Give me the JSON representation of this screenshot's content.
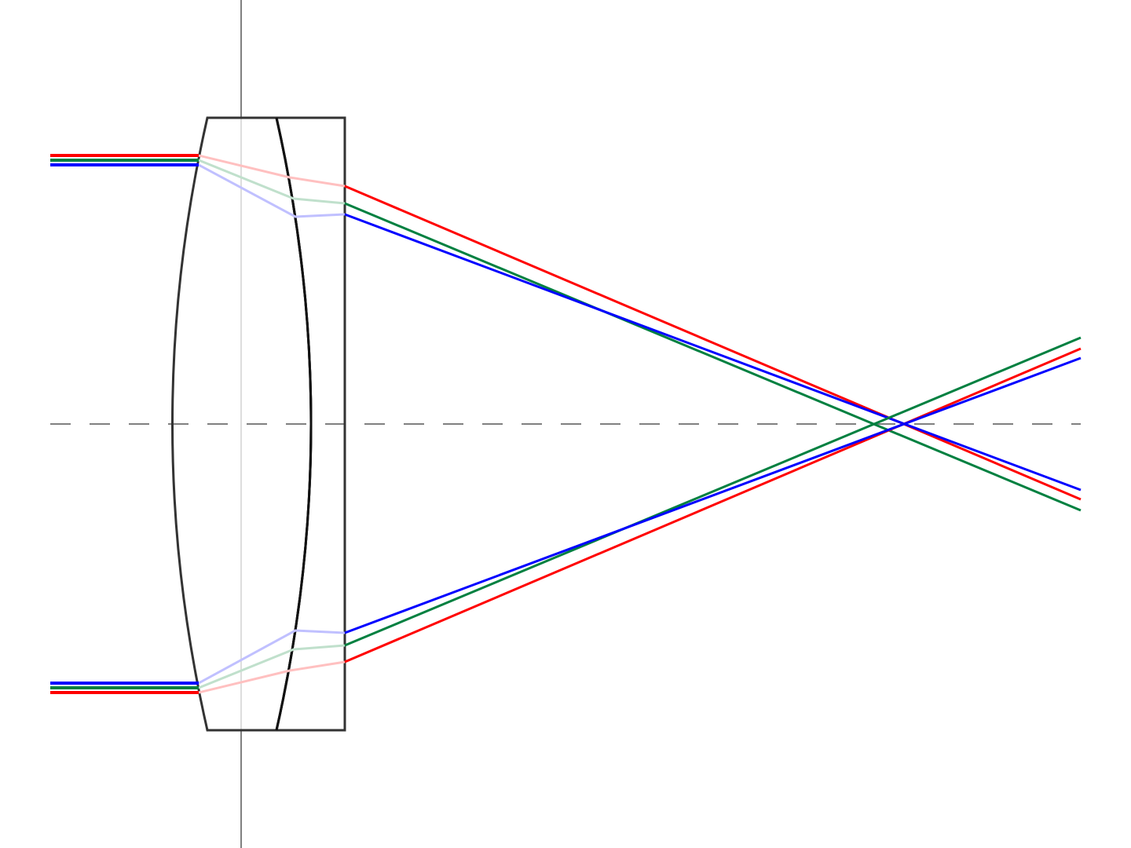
{
  "diagram": {
    "kind": "achromatic-doublet-ray-trace",
    "elements": [
      "crown-lens-element",
      "flint-lens-element"
    ],
    "axis": "optical-axis-dashed",
    "colors": {
      "red": "#ff0000",
      "green": "#008040",
      "blue": "#0000ff",
      "axis": "#808080",
      "lens_outline": "#333333",
      "stop_line": "#808080"
    },
    "rays": [
      {
        "name": "red-upper",
        "color": "red",
        "zone": "upper"
      },
      {
        "name": "green-upper",
        "color": "green",
        "zone": "upper"
      },
      {
        "name": "blue-upper",
        "color": "blue",
        "zone": "upper"
      },
      {
        "name": "red-lower",
        "color": "red",
        "zone": "lower"
      },
      {
        "name": "green-lower",
        "color": "green",
        "zone": "lower"
      },
      {
        "name": "blue-lower",
        "color": "blue",
        "zone": "lower"
      }
    ]
  }
}
